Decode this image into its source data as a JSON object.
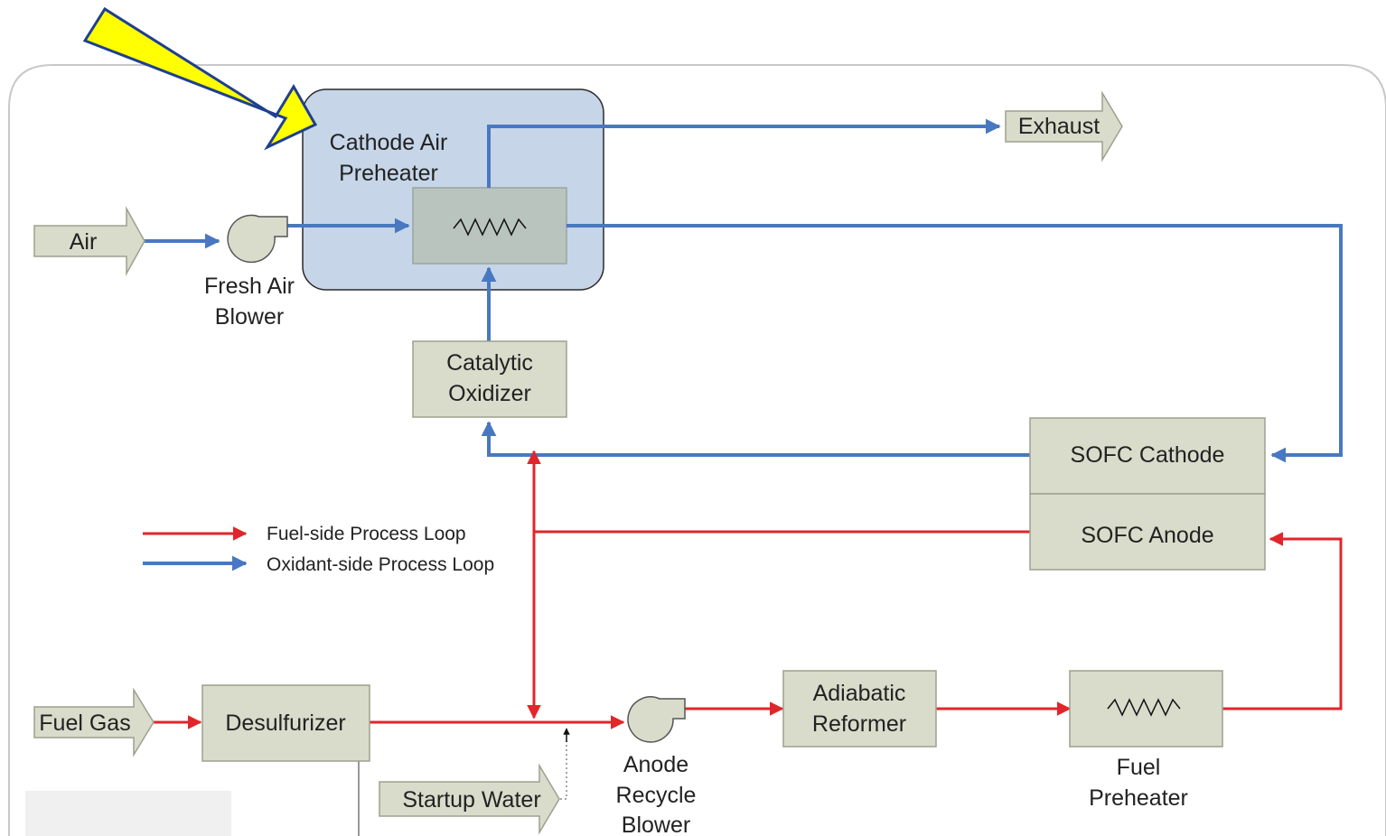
{
  "colors": {
    "fuel_loop": "#e0262b",
    "oxidant_loop": "#4878c0",
    "box_fill": "#d9dccb",
    "box_stroke": "#9ea08e",
    "preheater_panel": "#c6d5e8",
    "hx_fill": "#b9c4bf",
    "pointer_arrow": "#ffff00"
  },
  "inputs": {
    "air": "Air",
    "fuel_gas": "Fuel Gas",
    "startup_water": "Startup Water"
  },
  "outputs": {
    "exhaust": "Exhaust"
  },
  "components": {
    "cathode_air_preheater": {
      "line1": "Cathode Air",
      "line2": "Preheater"
    },
    "fresh_air_blower": {
      "line1": "Fresh Air",
      "line2": "Blower"
    },
    "catalytic_oxidizer": {
      "line1": "Catalytic",
      "line2": "Oxidizer"
    },
    "sofc_cathode": "SOFC Cathode",
    "sofc_anode": "SOFC Anode",
    "desulfurizer": "Desulfurizer",
    "anode_recycle_blower": {
      "line1": "Anode",
      "line2": "Recycle",
      "line3": "Blower"
    },
    "adiabatic_reformer": {
      "line1": "Adiabatic",
      "line2": "Reformer"
    },
    "fuel_preheater": {
      "line1": "Fuel",
      "line2": "Preheater"
    }
  },
  "legend": {
    "fuel": "Fuel-side Process Loop",
    "oxidant": "Oxidant-side Process Loop"
  },
  "icons": {
    "heat_exchanger": "zigzag-coil-icon",
    "blower": "centrifugal-blower-icon",
    "pointer": "yellow-arrow-icon"
  }
}
